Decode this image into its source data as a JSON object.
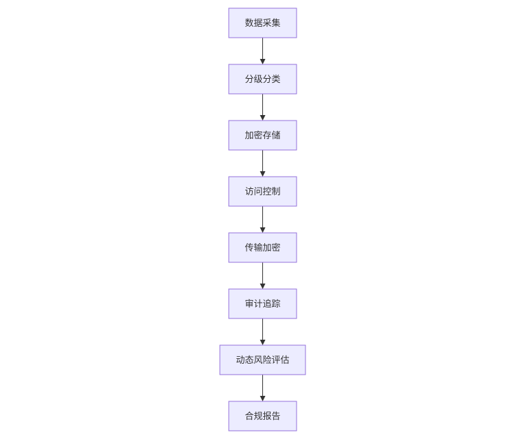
{
  "diagram": {
    "type": "flowchart",
    "direction": "top-to-bottom",
    "colors": {
      "node_fill": "#ECECFF",
      "node_border": "#9370DB",
      "edge": "#333333",
      "text": "#333333"
    },
    "nodes": [
      {
        "id": "data-collection",
        "label": "数据采集"
      },
      {
        "id": "classification",
        "label": "分级分类"
      },
      {
        "id": "encrypted-storage",
        "label": "加密存储"
      },
      {
        "id": "access-control",
        "label": "访问控制"
      },
      {
        "id": "transmission-encryption",
        "label": "传输加密"
      },
      {
        "id": "audit-tracking",
        "label": "审计追踪"
      },
      {
        "id": "dynamic-risk-assessment",
        "label": "动态风险评估"
      },
      {
        "id": "compliance-report",
        "label": "合规报告"
      }
    ],
    "edges": [
      {
        "from": "data-collection",
        "to": "classification"
      },
      {
        "from": "classification",
        "to": "encrypted-storage"
      },
      {
        "from": "encrypted-storage",
        "to": "access-control"
      },
      {
        "from": "access-control",
        "to": "transmission-encryption"
      },
      {
        "from": "transmission-encryption",
        "to": "audit-tracking"
      },
      {
        "from": "audit-tracking",
        "to": "dynamic-risk-assessment"
      },
      {
        "from": "dynamic-risk-assessment",
        "to": "compliance-report"
      }
    ]
  }
}
